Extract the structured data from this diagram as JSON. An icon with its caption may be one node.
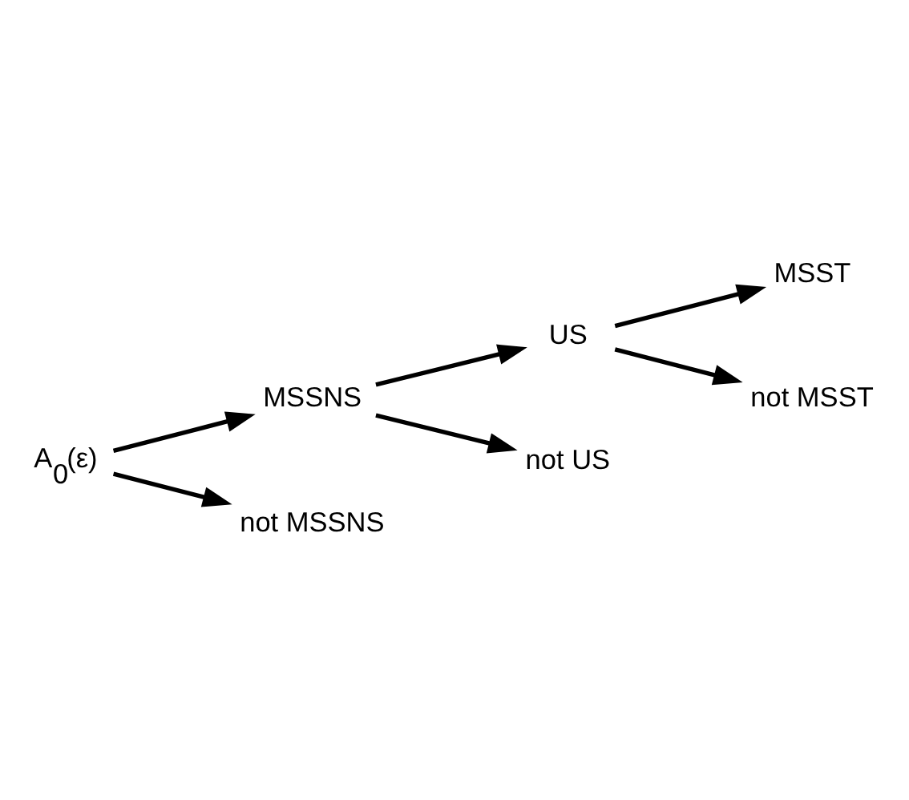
{
  "diagram": {
    "nodes": [
      {
        "text": [
          "A$_{0}$(ε)"
        ]
      },
      {
        "text": [
          "MSSNS"
        ]
      },
      {
        "text": [
          "US"
        ]
      },
      {
        "text": [
          "MSST"
        ]
      },
      {
        "text": [
          "not MSST"
        ]
      },
      {
        "text": [
          "not US"
        ]
      },
      {
        "text": [
          "not MSSNS"
        ]
      }
    ],
    "edges": [
      {
        "from": 0,
        "to": 1,
        "arrow": "to"
      },
      {
        "from": 0,
        "to": 6,
        "arrow": "to"
      },
      {
        "from": 1,
        "to": 2,
        "arrow": "to"
      },
      {
        "from": 1,
        "to": 5,
        "arrow": "to"
      },
      {
        "from": 2,
        "to": 3,
        "arrow": "to"
      },
      {
        "from": 2,
        "to": 4,
        "arrow": "to"
      }
    ]
  }
}
